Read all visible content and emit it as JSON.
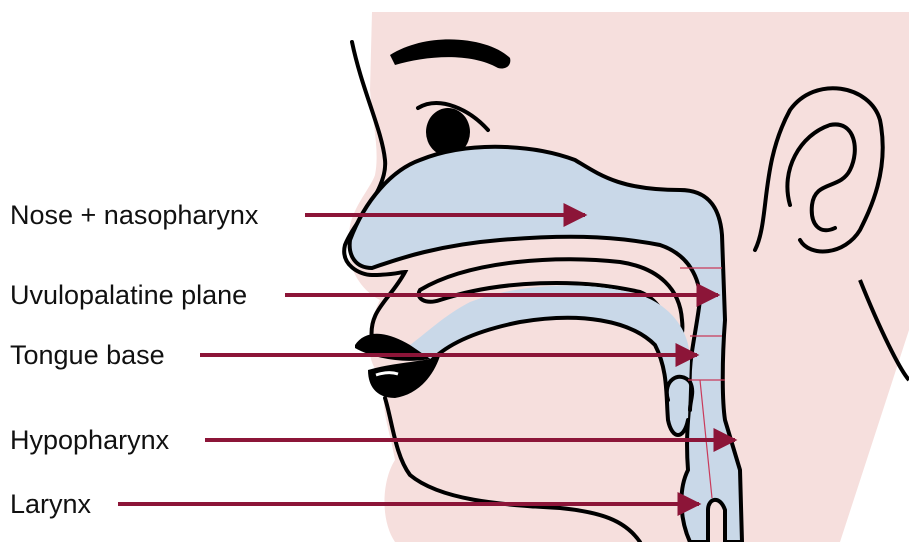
{
  "labels": {
    "nose_nasopharynx": "Nose + nasopharynx",
    "uvulopalatine_plane": "Uvulopalatine plane",
    "tongue_base": "Tongue base",
    "hypopharynx": "Hypopharynx",
    "larynx": "Larynx"
  },
  "colors": {
    "skin": "#f6dfdd",
    "airway": "#c9d8e8",
    "outline": "#000000",
    "arrow": "#8c1538",
    "level_line": "#c93a5a"
  }
}
